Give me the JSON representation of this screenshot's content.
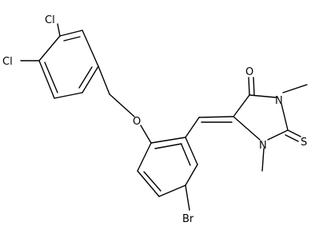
{
  "molecule": {
    "colors": {
      "bond": "#000000",
      "label": "#000000",
      "background": "#ffffff"
    },
    "labels": {
      "cl_top": "Cl",
      "cl_left": "Cl",
      "o_ether": "O",
      "o_carbonyl": "O",
      "n_upper": "N",
      "n_lower": "N",
      "s_thione": "S",
      "br": "Br"
    }
  }
}
